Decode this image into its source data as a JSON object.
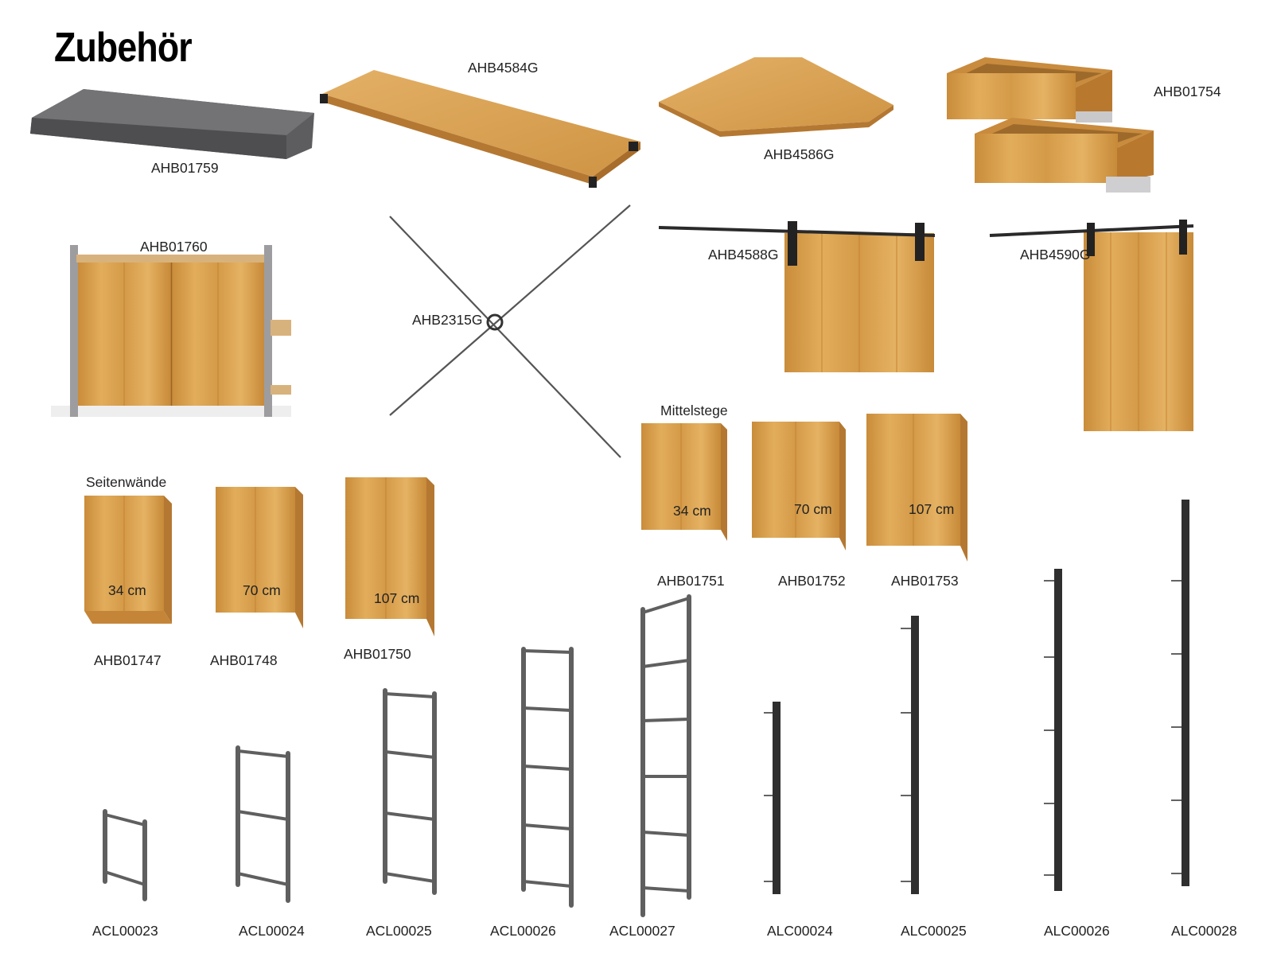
{
  "title": "Zubehör",
  "section_labels": {
    "side_walls": "Seitenwände",
    "middle_bars": "Mittelstege"
  },
  "products": {
    "cushion": "AHB01759",
    "shelf": "AHB4584G",
    "corner_shelf": "AHB4586G",
    "drawers": "AHB01754",
    "cabinet_doors": "AHB01760",
    "cross_brace": "AHB2315G",
    "sliding_door_wide": "AHB4588G",
    "sliding_door_narrow": "AHB4590G",
    "side_wall_34": "AHB01747",
    "side_wall_70": "AHB01748",
    "side_wall_107": "AHB01750",
    "middle_bar_34": "AHB01751",
    "middle_bar_70": "AHB01752",
    "middle_bar_107": "AHB01753",
    "frame_1": "ACL00023",
    "frame_2": "ACL00024",
    "frame_3": "ACL00025",
    "frame_4": "ACL00026",
    "frame_5": "ACL00027",
    "post_1": "ALC00024",
    "post_2": "ALC00025",
    "post_3": "ALC00026",
    "post_4": "ALC00028"
  },
  "sizes": {
    "s34": "34 cm",
    "s70": "70 cm",
    "s107": "107 cm"
  },
  "colors": {
    "wood": "#d9a24e",
    "wood_dark": "#b97a2c",
    "metal": "#5f5f5f",
    "post": "#2f2f2f",
    "fabric": "#6b6b6d"
  }
}
